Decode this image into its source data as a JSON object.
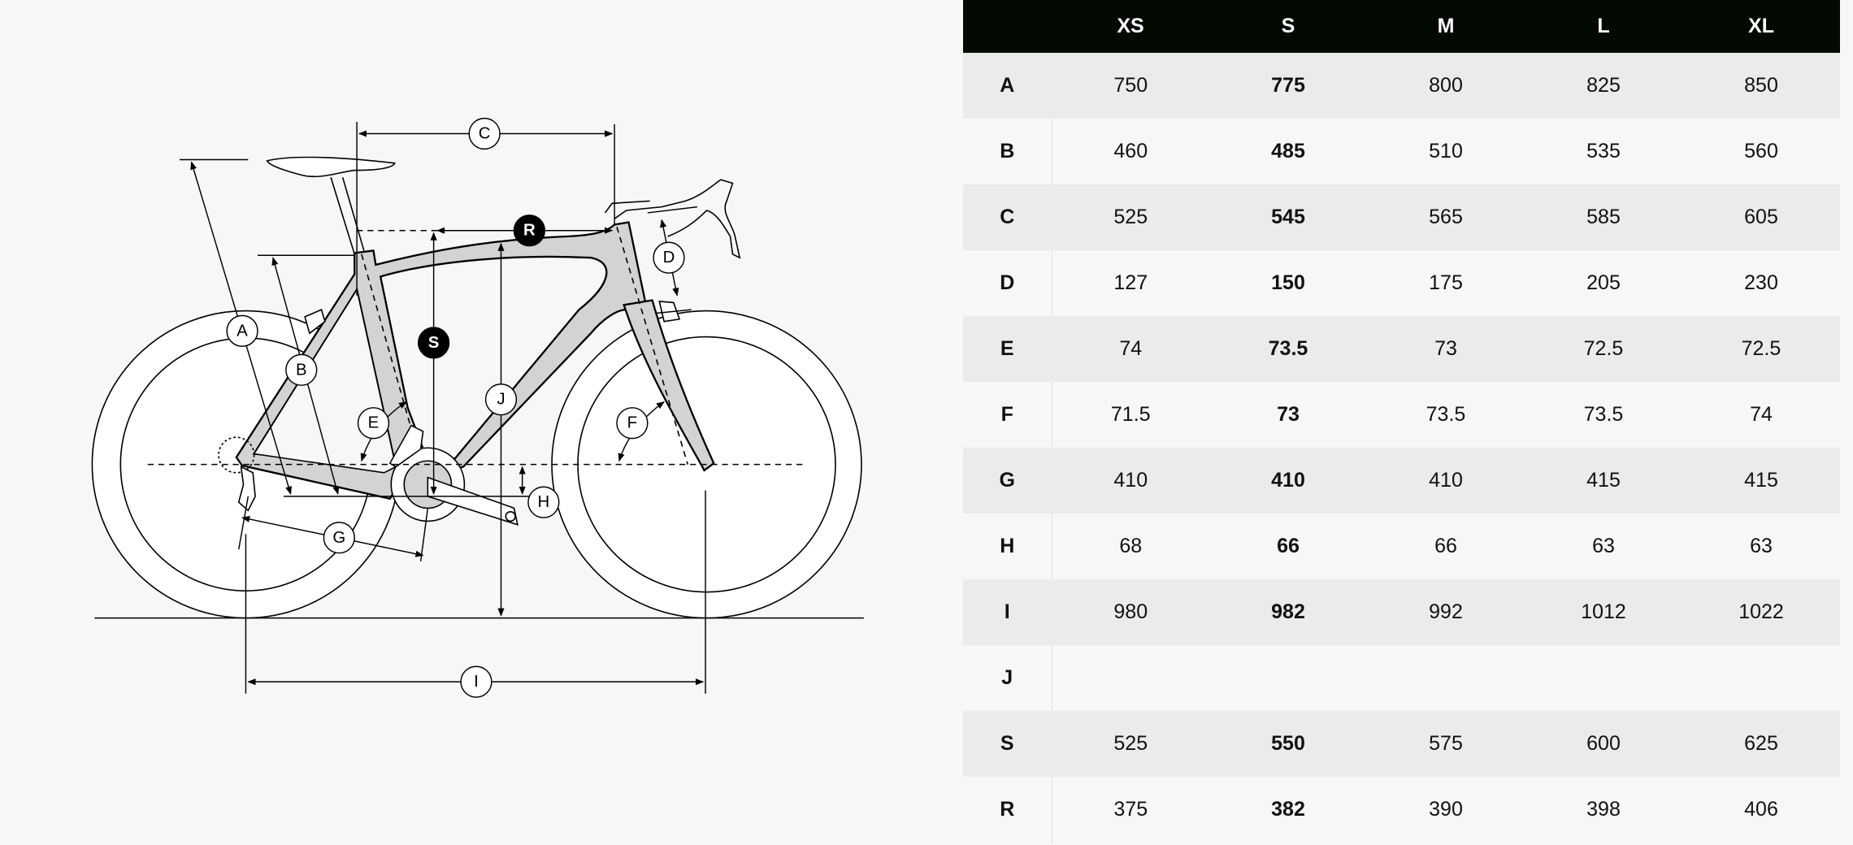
{
  "diagram": {
    "labels": {
      "A": "A",
      "B": "B",
      "C": "C",
      "D": "D",
      "E": "E",
      "F": "F",
      "G": "G",
      "H": "H",
      "I": "I",
      "J": "J",
      "R": "R",
      "S": "S"
    }
  },
  "table": {
    "headers": [
      "",
      "XS",
      "S",
      "M",
      "L",
      "XL"
    ],
    "highlight_column": "S",
    "rows": [
      {
        "label": "A",
        "values": [
          "750",
          "775",
          "800",
          "825",
          "850"
        ]
      },
      {
        "label": "B",
        "values": [
          "460",
          "485",
          "510",
          "535",
          "560"
        ]
      },
      {
        "label": "C",
        "values": [
          "525",
          "545",
          "565",
          "585",
          "605"
        ]
      },
      {
        "label": "D",
        "values": [
          "127",
          "150",
          "175",
          "205",
          "230"
        ]
      },
      {
        "label": "E",
        "values": [
          "74",
          "73.5",
          "73",
          "72.5",
          "72.5"
        ]
      },
      {
        "label": "F",
        "values": [
          "71.5",
          "73",
          "73.5",
          "73.5",
          "74"
        ]
      },
      {
        "label": "G",
        "values": [
          "410",
          "410",
          "410",
          "415",
          "415"
        ]
      },
      {
        "label": "H",
        "values": [
          "68",
          "66",
          "66",
          "63",
          "63"
        ]
      },
      {
        "label": "I",
        "values": [
          "980",
          "982",
          "992",
          "1012",
          "1022"
        ]
      },
      {
        "label": "J",
        "values": [
          "",
          "",
          "",
          "",
          ""
        ]
      },
      {
        "label": "S",
        "values": [
          "525",
          "550",
          "575",
          "600",
          "625"
        ]
      },
      {
        "label": "R",
        "values": [
          "375",
          "382",
          "390",
          "398",
          "406"
        ]
      }
    ]
  }
}
